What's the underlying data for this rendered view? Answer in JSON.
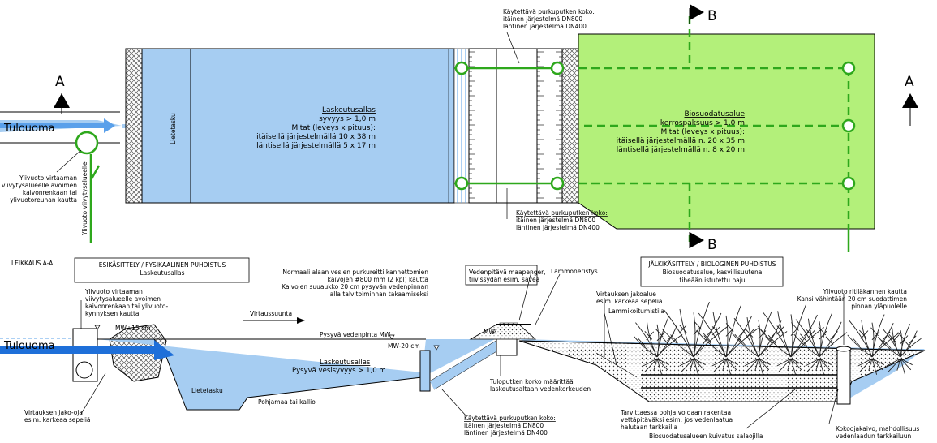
{
  "plan": {
    "inflow_label": "Tulouoma",
    "section_marker_a": "A",
    "section_marker_b": "B",
    "overflow_note": [
      "Ylivuoto virtaaman",
      "viivytysalueelle avoimen",
      "kaivonrenkaan tai",
      "ylivuotoreunan kautta"
    ],
    "overflow_vertical": "Ylivuoto viivytysalueelle",
    "sediment_pocket": "Lietetasku",
    "basin": {
      "title": "Laskeutusallas",
      "lines": [
        "syvyys > 1,0 m",
        "Mitat (leveys x pituus):",
        "itäisellä järjestelmällä 10 x 38 m",
        "läntisellä järjestelmällä 5 x 17 m"
      ]
    },
    "pipe_top": {
      "title": "Käytettävä purkuputken koko:",
      "lines": [
        "itäinen järjestelmä DN800",
        "läntinen järjestelmä DN400"
      ]
    },
    "pipe_bottom": {
      "title": "Käytettävä purkuputken koko:",
      "lines": [
        "itäinen järjestelmä DN800",
        "läntinen järjestelmä DN400"
      ]
    },
    "biofilter": {
      "title": "Biosuodatusalue",
      "lines": [
        "kerrospaksuus > 1,0 m",
        "Mitat (leveys x pituus):",
        "itäisellä järjestelmällä n. 20 x 35 m",
        "läntisellä järjestelmällä n. 8 x 20 m"
      ]
    }
  },
  "section": {
    "title": "LEIKKAUS A-A",
    "pre_box": [
      "ESIKÄSITTELY / FYSIKAALINEN PUHDISTUS",
      "Laskeutusallas"
    ],
    "post_box": [
      "JÄLKIKÄSITTELY / BIOLOGINEN PUHDISTUS",
      "Biosuodatusalue, kasvillisuutena",
      "tiheään istutettu paju"
    ],
    "overflow_note": [
      "Ylivuoto virtaaman",
      "viivytysalueelle avoimen",
      "kaivonrenkaan tai ylivuoto-",
      "kynnyksen kautta"
    ],
    "mw_left": "MW+15 cm",
    "inflow_label": "Tulouoma",
    "flow_direction": "Virtaussuunta",
    "normal_water": [
      "Normaali alaan vesien purkureitti kannettomien",
      "kaivojen #800 mm (2 kpl) kautta",
      "Kaivojen suuaukko 20 cm pysyvän vedenpinnan",
      "alla talvitoiminnan takaamiseksi"
    ],
    "permanent_level": "Pysyvä vedenpinta MW",
    "mw_right": "MW-20 cm",
    "basin_title": "Laskeutusallas",
    "basin_depth": "Pysyvä vesisyvyys > 1,0 m",
    "sediment_pocket": "Lietetasku",
    "bottom_soil": "Pohjamaa tai kallio",
    "splitter_note": [
      "Virtauksen jako-oja",
      "esim. karkeaa sepeliä"
    ],
    "pipe_note": {
      "title": "Käytettävä purkuputken koko:",
      "lines": [
        "itäinen järjestelmä DN800",
        "läntinen järjestelmä DN400"
      ]
    },
    "fabric_note": [
      "Vedenpitävä maapenger,",
      "tiivissydän esim. savea"
    ],
    "insulation": "Lämmöneristys",
    "mw_mid": "MW",
    "inlet_note": [
      "Tuloputken korko määrittää",
      "laskeutusaltaan vedenkorkeuden"
    ],
    "distribution_note": [
      "Virtauksen jakoalue",
      "esim. karkeaa sepeliä"
    ],
    "heat_insulation": "Lammikoitumistila",
    "overflow_grate": [
      "Ylivuoto ritiläkannen kautta",
      "Kansi vähintään 20 cm suodattimen",
      "pinnan yläpuolelle"
    ],
    "lining_note": [
      "Tarvittaessa pohja voidaan rakentaa",
      "vettäpitäväksi esim. jos vedenlaatua",
      "halutaan tarkkailla"
    ],
    "drainage_note": "Biosuodatusalueen kuivatus salaojilla",
    "manhole_note": [
      "Kokoojakaivo, mahdollisuus",
      "vedenlaadun tarkkailuun"
    ]
  },
  "colors": {
    "water": "#a6cdf2",
    "water_deep": "#1e6fd9",
    "biofilter": "#b3f07a",
    "green_line": "#2ea81c",
    "hatch": "#555555"
  }
}
